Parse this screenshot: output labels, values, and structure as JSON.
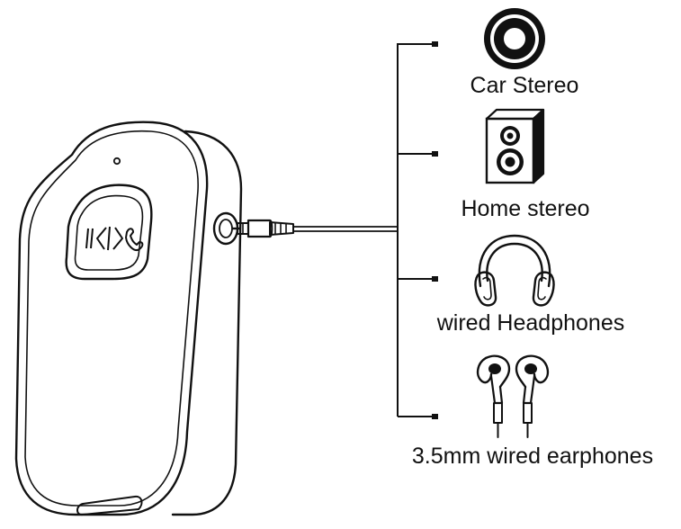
{
  "labels": {
    "car_stereo": "Car Stereo",
    "home_stereo": "Home stereo",
    "wired_headphones": "wired Headphones",
    "earphones": "3.5mm wired earphones"
  },
  "colors": {
    "ink": "#111111",
    "background": "#ffffff"
  },
  "icons": {
    "device": "bluetooth-receiver-icon",
    "button": "play-pause-call-button-icon",
    "plug": "audio-jack-plug-icon",
    "car": "car-stereo-speaker-icon",
    "home": "home-stereo-speaker-icon",
    "headphones": "headphones-icon",
    "earphones": "earphones-icon"
  }
}
